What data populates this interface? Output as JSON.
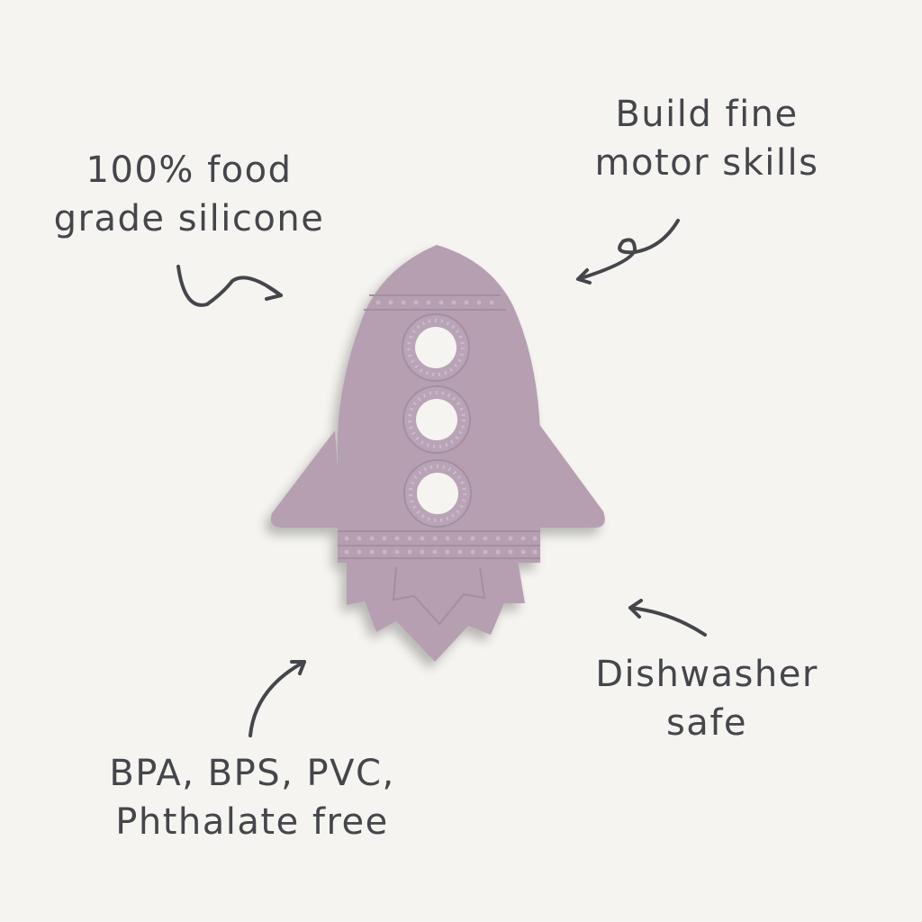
{
  "colors": {
    "background": "#f5f4f0",
    "text": "#45464b",
    "rocket": "#b59fb1",
    "rocket_shadow": "#9f8a9c",
    "rocket_detail": "#c7b3c3"
  },
  "product": {
    "name": "rocket-teether",
    "description": "Mauve silicone rocket-shaped teether with three round portholes"
  },
  "callouts": [
    {
      "id": "silicone",
      "lines": [
        "100% food",
        "grade silicone"
      ],
      "arrow": "curly-arrow-right-down"
    },
    {
      "id": "motor",
      "lines": [
        "Build fine",
        "motor skills"
      ],
      "arrow": "loop-arrow-left"
    },
    {
      "id": "dishwasher",
      "lines": [
        "Dishwasher",
        "safe"
      ],
      "arrow": "curved-arrow-up-left"
    },
    {
      "id": "bpa",
      "lines": [
        "BPA, BPS, PVC,",
        "Phthalate free"
      ],
      "arrow": "curved-arrow-up-right"
    }
  ]
}
